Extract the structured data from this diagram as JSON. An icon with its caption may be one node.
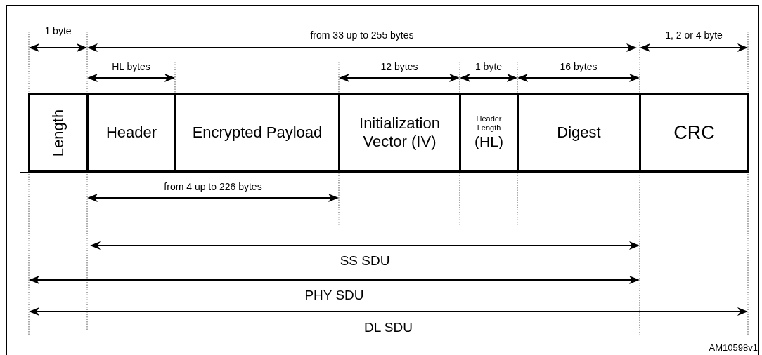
{
  "diagram": {
    "nodes": [
      {
        "text": [
          "Length"
        ]
      },
      {
        "text": [
          "Header"
        ]
      },
      {
        "text": [
          "Encrypted Payload"
        ]
      },
      {
        "text": [
          "Initialization Vector (IV)"
        ]
      },
      {
        "text": [
          "Header Length",
          "(HL)"
        ]
      },
      {
        "text": [
          "Digest"
        ]
      },
      {
        "text": [
          "CRC"
        ]
      }
    ],
    "edges": [],
    "labels": [
      "1 byte",
      "from 33 up to 255 bytes",
      "1, 2 or 4 byte",
      "HL bytes",
      "12 bytes",
      "1 byte",
      "16 bytes",
      "from 4 up to 226 bytes",
      "SS SDU",
      "PHY SDU",
      "DL SDU",
      "AM10598v1"
    ]
  }
}
